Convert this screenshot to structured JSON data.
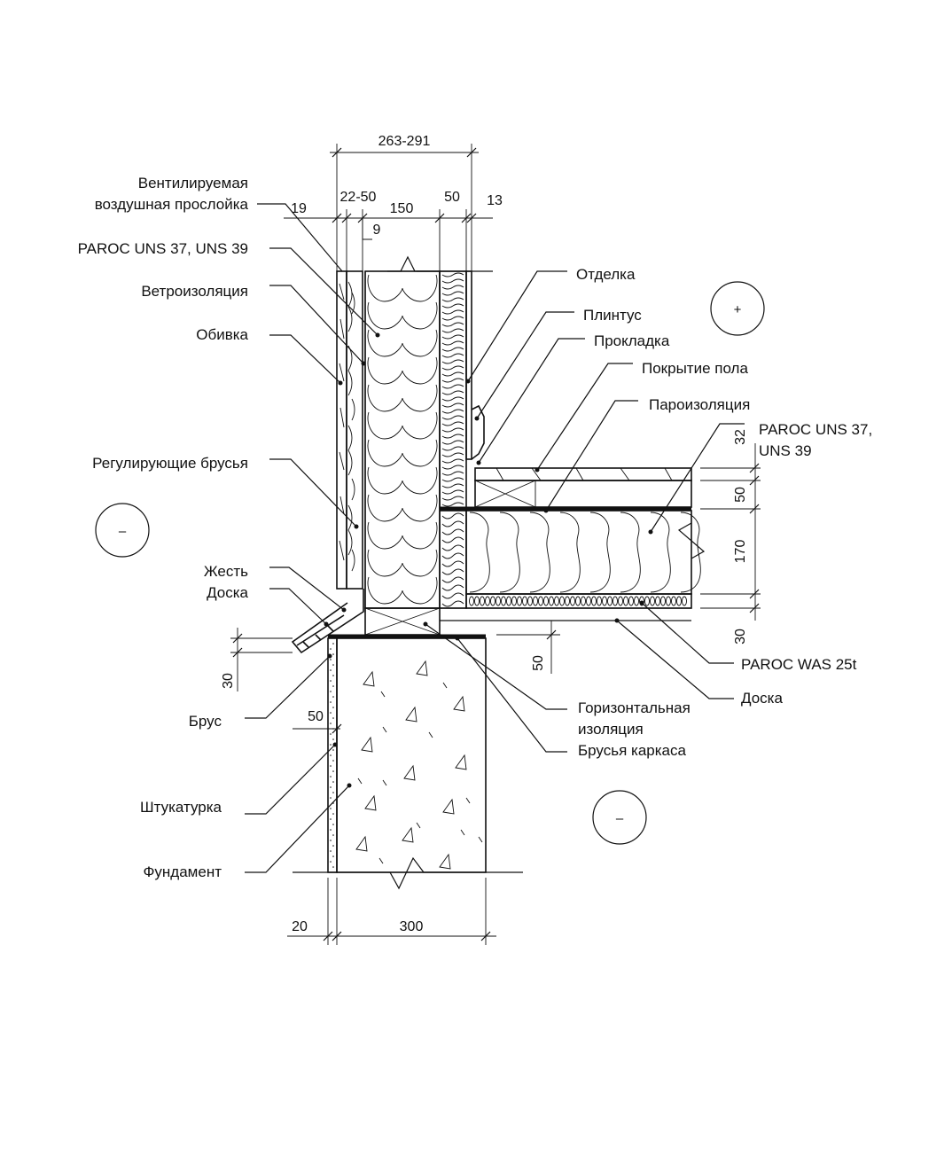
{
  "labels_left": {
    "vent_air_gap_1": "Вентилируемая",
    "vent_air_gap_2": "воздушная прослойка",
    "paroc_uns_wall": "PAROC UNS 37, UNS 39",
    "wind_barrier": "Ветроизоляция",
    "cladding": "Обивка",
    "adjusting_bars": "Регулирующие брусья",
    "flashing": "Жесть",
    "board_left": "Доска",
    "beam": "Брус",
    "plaster": "Штукатурка",
    "foundation": "Фундамент"
  },
  "labels_right": {
    "finish": "Отделка",
    "skirting": "Плинтус",
    "gasket": "Прокладка",
    "floor_covering": "Покрытие пола",
    "vapor_barrier": "Пароизоляция",
    "paroc_uns_floor_1": "PAROC UNS 37,",
    "paroc_uns_floor_2": "UNS 39",
    "paroc_was": "PAROC WAS 25t",
    "board_right": "Доска",
    "horizontal_insulation_1": "Горизонтальная",
    "horizontal_insulation_2": "изоляция",
    "frame_bars": "Брусья каркаса"
  },
  "dimensions": {
    "total_wall": "263-291",
    "cladding": "19",
    "air_gap": "22-50",
    "insulation": "150",
    "inner_insulation": "50",
    "finish": "13",
    "wind_barrier": "9",
    "floor_finish": "32",
    "floor_base": "50",
    "floor_insulation": "170",
    "floor_board": "30",
    "sill_gap": "50",
    "flashing_height": "30",
    "plaster_offset": "50",
    "plaster": "20",
    "foundation": "300"
  },
  "zones": {
    "warm": "+",
    "cold_left": "–",
    "cold_bottom": "–"
  }
}
